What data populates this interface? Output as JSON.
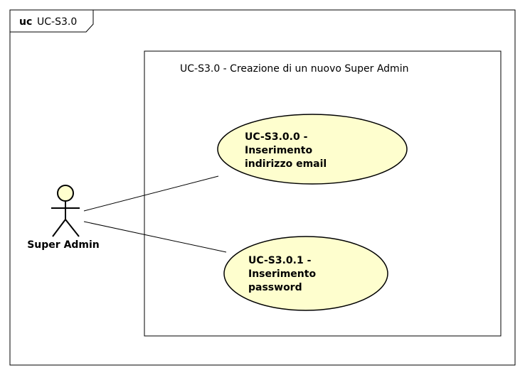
{
  "frame": {
    "keyword": "uc",
    "name": "UC-S3.0"
  },
  "system": {
    "title": "UC-S3.0 - Creazione di un nuovo Super Admin"
  },
  "actor": {
    "label": "Super Admin"
  },
  "use_cases": [
    {
      "lines": [
        "UC-S3.0.0 -",
        "Inserimento",
        "indirizzo email"
      ]
    },
    {
      "lines": [
        "UC-S3.0.1 -",
        "Inserimento",
        "password"
      ]
    }
  ],
  "colors": {
    "use_case_fill": "#FEFECE",
    "actor_fill": "#FEFECE",
    "stroke": "#000000",
    "background": "#FFFFFF"
  }
}
